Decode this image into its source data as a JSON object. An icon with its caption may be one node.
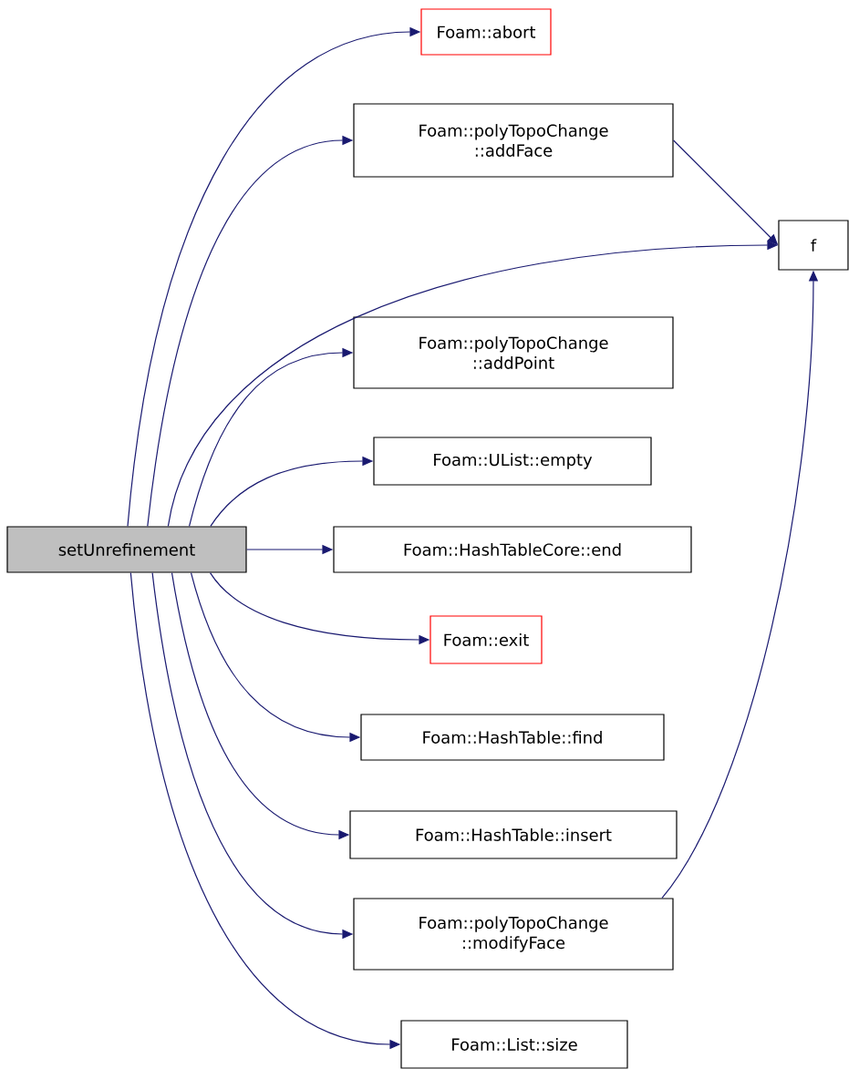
{
  "diagram": {
    "nodes": [
      {
        "text": [
          "setUnrefinement"
        ]
      },
      {
        "text": [
          "Foam::abort"
        ]
      },
      {
        "text": [
          "Foam::polyTopoChange ::addFace"
        ]
      },
      {
        "text": [
          "f"
        ]
      },
      {
        "text": [
          "Foam::polyTopoChange ::addPoint"
        ]
      },
      {
        "text": [
          "Foam::UList::empty"
        ]
      },
      {
        "text": [
          "Foam::HashTableCore::end"
        ]
      },
      {
        "text": [
          "Foam::exit"
        ]
      },
      {
        "text": [
          "Foam::HashTable::find"
        ]
      },
      {
        "text": [
          "Foam::HashTable::insert"
        ]
      },
      {
        "text": [
          "Foam::polyTopoChange ::modifyFace"
        ]
      },
      {
        "text": [
          "Foam::List::size"
        ]
      }
    ],
    "edges": [
      {
        "from": 0,
        "to": 1,
        "arrow": "to"
      },
      {
        "from": 0,
        "to": 2,
        "arrow": "to"
      },
      {
        "from": 0,
        "to": 3,
        "arrow": "to"
      },
      {
        "from": 0,
        "to": 4,
        "arrow": "to"
      },
      {
        "from": 0,
        "to": 5,
        "arrow": "to"
      },
      {
        "from": 0,
        "to": 6,
        "arrow": "to"
      },
      {
        "from": 0,
        "to": 7,
        "arrow": "to"
      },
      {
        "from": 0,
        "to": 8,
        "arrow": "to"
      },
      {
        "from": 0,
        "to": 9,
        "arrow": "to"
      },
      {
        "from": 0,
        "to": 10,
        "arrow": "to"
      },
      {
        "from": 0,
        "to": 11,
        "arrow": "to"
      },
      {
        "from": 2,
        "to": 3,
        "arrow": "to"
      },
      {
        "from": 10,
        "to": 3,
        "arrow": "to"
      }
    ]
  }
}
